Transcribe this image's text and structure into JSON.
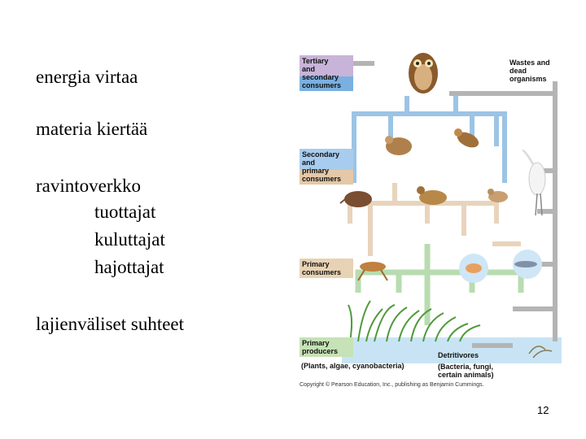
{
  "slide": {
    "bullets": {
      "energy": "energia virtaa",
      "matter": "materia kiertää",
      "foodweb": "ravintoverkko",
      "producers": "tuottajat",
      "consumers": "kuluttajat",
      "decomposers": "hajottajat",
      "interactions": "lajienväliset suhteet"
    },
    "page_number": "12"
  },
  "figure": {
    "labels": {
      "tertiary": "Tertiary\nand\nsecondary\nconsumers",
      "secondary": "Secondary\nand\nprimary\nconsumers",
      "primary_consumers": "Primary\nconsumers",
      "primary_producers": "Primary\nproducers",
      "producers_note": "(Plants, algae, cyanobacteria)",
      "detritivores": "Detritivores",
      "detritivores_note": "(Bacteria, fungi,\ncertain animals)",
      "wastes": "Wastes and\ndead organisms"
    },
    "copyright": "Copyright © Pearson Education, Inc., publishing as Benjamin Cummings.",
    "colors": {
      "tertiary_box": "#c8b4d8",
      "tertiary_band": "#7ab0e0",
      "secondary_box": "#a8ccee",
      "secondary_band": "#e4c8a8",
      "primary_cons_box": "#e8d2b4",
      "producer_box": "#c6e2b6",
      "arrow_blue": "#9cc4e4",
      "arrow_tan": "#e8d4bc",
      "arrow_green": "#b8dcb0",
      "arrow_gray": "#b4b4b4",
      "water": "#c8e4f4"
    }
  }
}
